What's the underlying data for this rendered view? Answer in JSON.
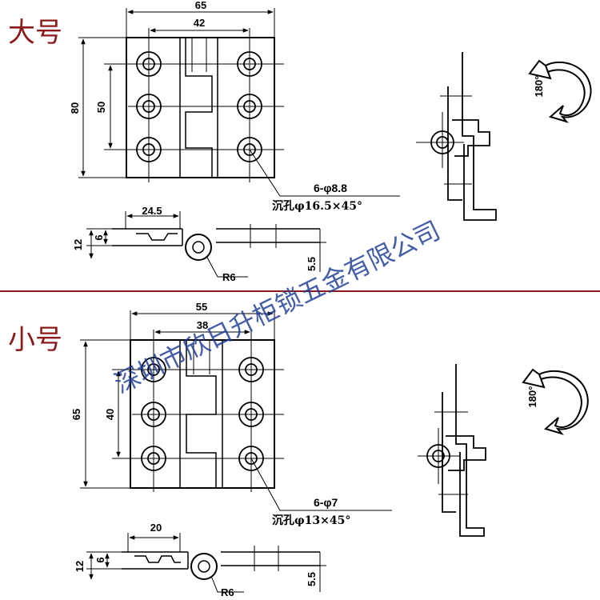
{
  "colors": {
    "section_label": "#8b1a1a",
    "divider": "#8b1a1a",
    "watermark": "#1a3a96",
    "line": "#000000"
  },
  "large": {
    "label": "大号",
    "width": "65",
    "hole_span_x": "42",
    "height": "80",
    "hole_span_y": "50",
    "hole_spec": "6-φ8.8",
    "countersink": "沉孔φ16.5×45°",
    "side_length": "24.5",
    "thickness_total": "12",
    "thickness_leaf": "6",
    "offset": "5.5",
    "radius": "R6",
    "rotation": "180°"
  },
  "small": {
    "label": "小号",
    "width": "55",
    "hole_span_x": "38",
    "height": "65",
    "hole_span_y": "40",
    "hole_spec": "6-φ7",
    "countersink": "沉孔φ13×45°",
    "side_length": "20",
    "thickness_total": "12",
    "thickness_leaf": "6",
    "offset": "5.5",
    "radius": "R6",
    "rotation": "180°"
  },
  "watermark": "深圳市欣日升柜锁五金有限公司"
}
